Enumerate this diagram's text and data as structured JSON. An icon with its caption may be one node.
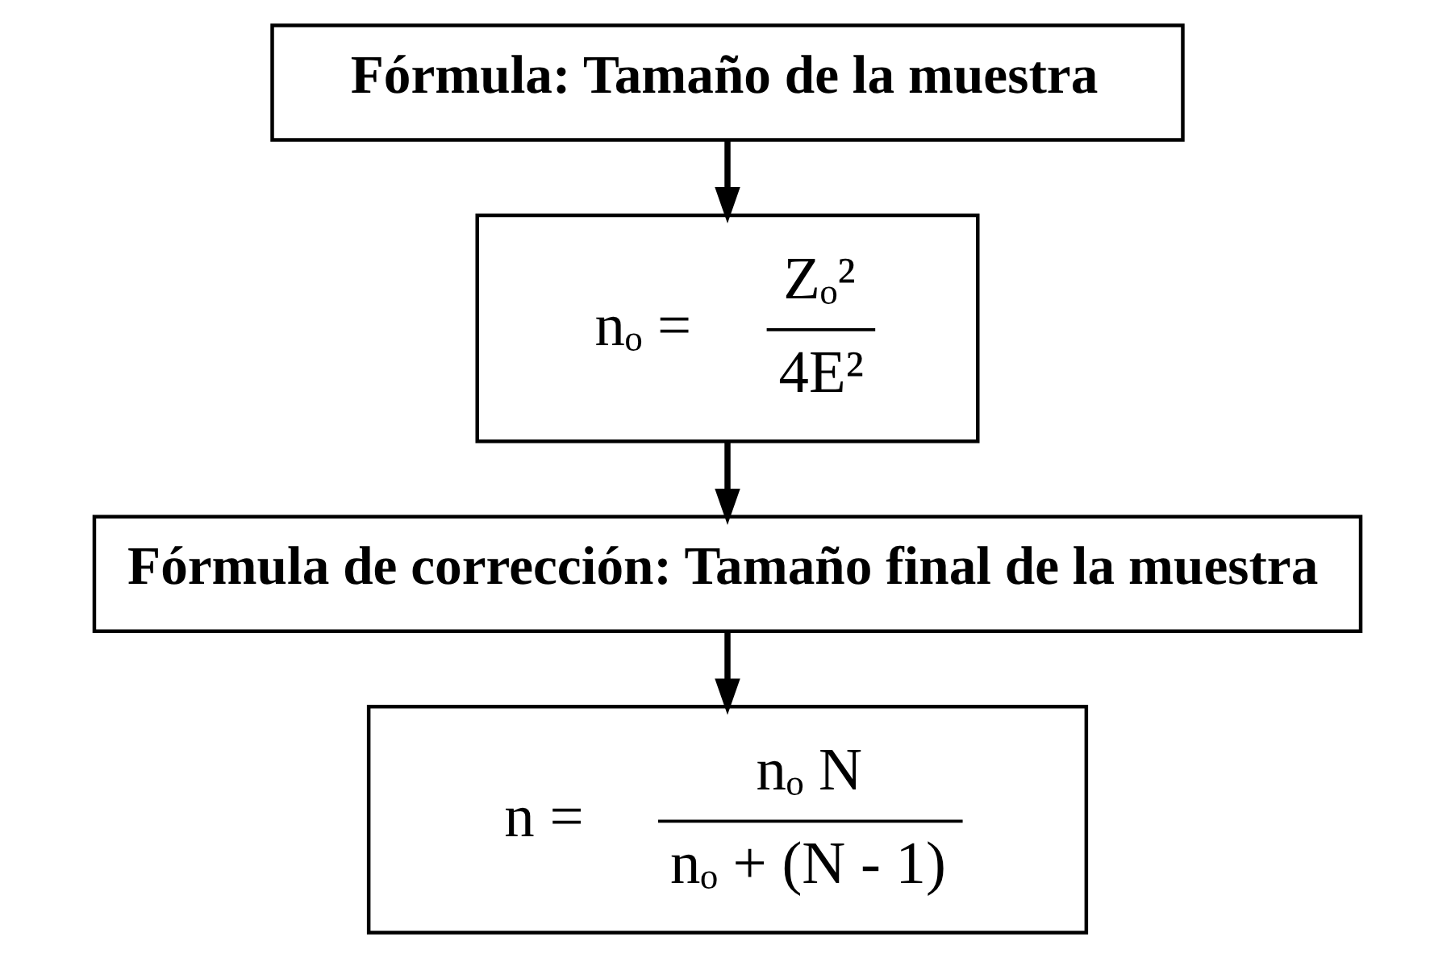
{
  "diagram": {
    "nodes": [
      {
        "text": [
          "Fórmula: Tamaño de la muestra"
        ]
      },
      {
        "text": [
          "nₒ =",
          "Zₒ²",
          "4E²"
        ]
      },
      {
        "text": [
          "Fórmula de corrección: Tamaño final de la muestra"
        ]
      },
      {
        "text": [
          "n =",
          "nₒ N",
          "nₒ + (N - 1)"
        ]
      }
    ],
    "edges": [
      {
        "from": 0,
        "to": 1,
        "arrow": "to"
      },
      {
        "from": 1,
        "to": 2,
        "arrow": "to"
      },
      {
        "from": 2,
        "to": 3,
        "arrow": "to"
      }
    ]
  }
}
